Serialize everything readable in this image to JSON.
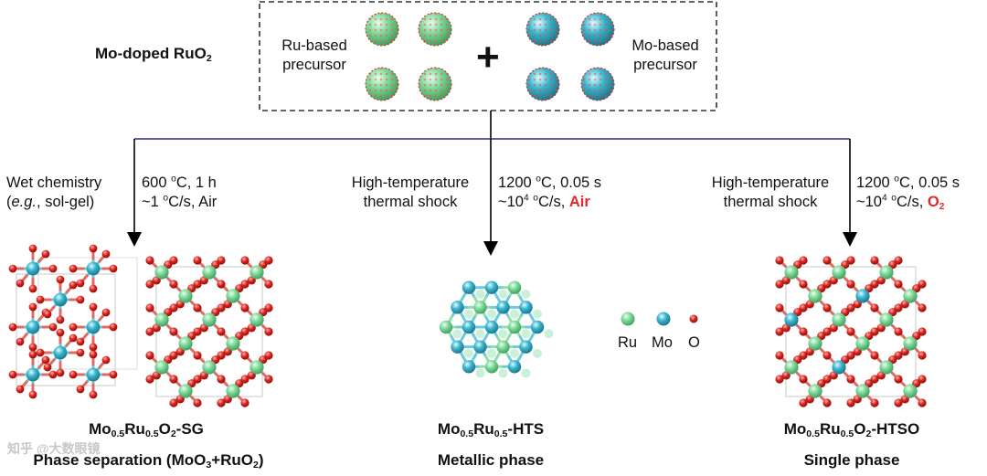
{
  "title": "Mo-doped RuO",
  "title_sub": "2",
  "precursor_ru": {
    "line1": "Ru-based",
    "line2": "precursor"
  },
  "precursor_mo": {
    "line1": "Mo-based",
    "line2": "precursor"
  },
  "plus": "+",
  "routes": [
    {
      "method_line1": "Wet chemistry",
      "method_line2_open": "(",
      "method_line2_italic": "e.g.",
      "method_line2_rest": ", sol-gel)",
      "cond_line1_a": "600 ",
      "cond_line1_sup": "o",
      "cond_line1_b": "C, 1 h",
      "cond_line2_a": "~1 ",
      "cond_line2_sup": "o",
      "cond_line2_b": "C/s, Air",
      "product_a": "Mo",
      "product_s1": "0.5",
      "product_b": "Ru",
      "product_s2": "0.5",
      "product_c": "O",
      "product_s3": "2",
      "product_d": "-SG",
      "phase_a": "Phase separation (MoO",
      "phase_s1": "3",
      "phase_b": "+RuO",
      "phase_s2": "2",
      "phase_c": ")"
    },
    {
      "method_line1": "High-temperature",
      "method_line2": "thermal shock",
      "cond_line1_a": "1200 ",
      "cond_line1_sup": "o",
      "cond_line1_b": "C, 0.05 s",
      "cond_line2_a": "~10",
      "cond_line2_sup1": "4",
      "cond_line2_b": " ",
      "cond_line2_sup2": "o",
      "cond_line2_c": "C/s, ",
      "cond_line2_hl": "Air",
      "product_a": "Mo",
      "product_s1": "0.5",
      "product_b": "Ru",
      "product_s2": "0.5",
      "product_d": "-HTS",
      "phase": "Metallic phase"
    },
    {
      "method_line1": "High-temperature",
      "method_line2": "thermal shock",
      "cond_line1_a": "1200 ",
      "cond_line1_sup": "o",
      "cond_line1_b": "C, 0.05 s",
      "cond_line2_a": "~10",
      "cond_line2_sup1": "4",
      "cond_line2_b": " ",
      "cond_line2_sup2": "o",
      "cond_line2_c": "C/s, ",
      "cond_line2_hl": "O",
      "cond_line2_hl_sub": "2",
      "product_a": "Mo",
      "product_s1": "0.5",
      "product_b": "Ru",
      "product_s2": "0.5",
      "product_c": "O",
      "product_s3": "2",
      "product_d": "-HTSO",
      "phase": "Single phase"
    }
  ],
  "legend": [
    {
      "label": "Ru",
      "color": "#7ed99a"
    },
    {
      "label": "Mo",
      "color": "#3ab6cf"
    },
    {
      "label": "O",
      "color": "#d8221c"
    }
  ],
  "watermark": "知乎 @大数眼镜",
  "colors": {
    "ru": "#7ed99a",
    "mo": "#3ab6cf",
    "o": "#d8221c",
    "branch_line": "#2a2a7a"
  }
}
